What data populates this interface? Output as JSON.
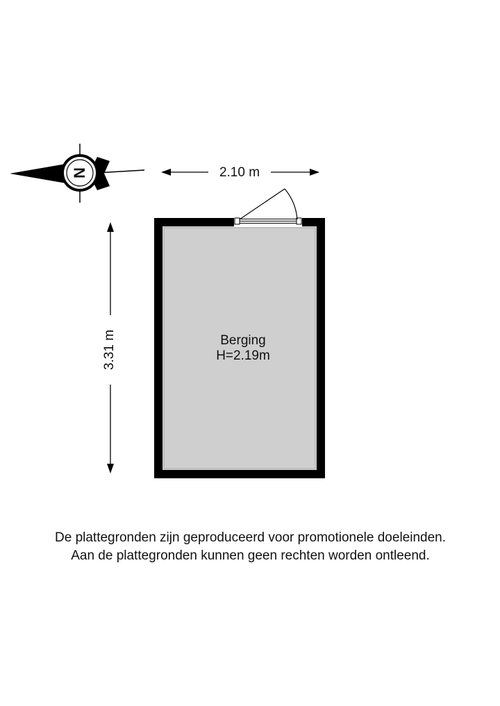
{
  "floorplan": {
    "room": {
      "name": "Berging",
      "height_label": "H=2.19m",
      "fill_color": "#cfcfcf",
      "wall_color": "#000000"
    },
    "dimensions": {
      "width_label": "2.10 m",
      "depth_label": "3.31 m"
    },
    "compass": {
      "letter": "N"
    }
  },
  "disclaimer": {
    "line1": "De plattegronden zijn geproduceerd voor promotionele doeleinden.",
    "line2": "Aan de plattegronden kunnen geen rechten worden ontleend."
  }
}
